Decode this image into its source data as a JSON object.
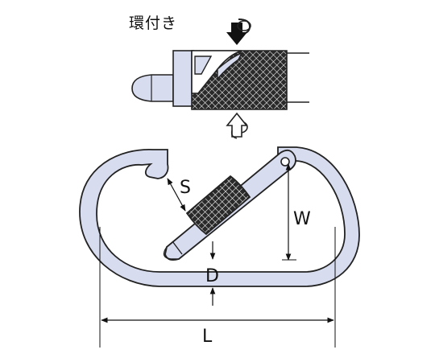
{
  "figure": {
    "title": "環付き",
    "dimension_labels": {
      "s": "S",
      "w": "W",
      "d": "D",
      "l": "L"
    },
    "colors": {
      "ring_fill": "#d8dcef",
      "outline": "#222222",
      "sleeve_fill": "#2a2a2a",
      "background": "#ffffff"
    },
    "icons": [
      "rotate-arrow-down-icon",
      "rotate-arrow-up-icon"
    ]
  }
}
